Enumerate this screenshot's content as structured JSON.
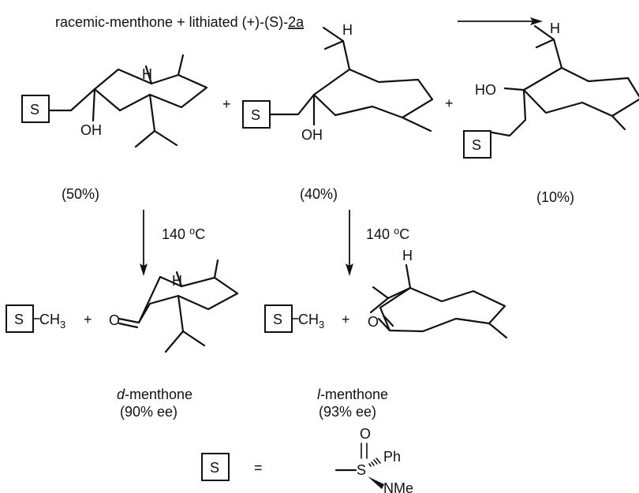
{
  "reaction": {
    "title": "racemic-menthone + lithiated (+)-(S)-2a",
    "title_prefix": "racemic-menthone + lithiated (+)-(S)-",
    "title_compound": "2a"
  },
  "products": [
    {
      "yield": "(50%)"
    },
    {
      "yield": "(40%)"
    },
    {
      "yield": "(10%)"
    }
  ],
  "conditions": {
    "temperature_1": "140 ⁰C",
    "temperature_2": "140 ⁰C"
  },
  "labels": {
    "S": "S",
    "H": "H",
    "OH": "OH",
    "HO": "HO",
    "O": "O",
    "CH3": "CH",
    "sub3": "3",
    "plus": "+",
    "equals": "=",
    "Ph": "Ph",
    "NMe": "NMe"
  },
  "menthones": [
    {
      "name": "d-menthone",
      "name_prefix": "d",
      "name_suffix": "-menthone",
      "ee": "(90% ee)"
    },
    {
      "name": "l-menthone",
      "name_prefix": "l",
      "name_suffix": "-menthone",
      "ee": "(93% ee)"
    }
  ]
}
